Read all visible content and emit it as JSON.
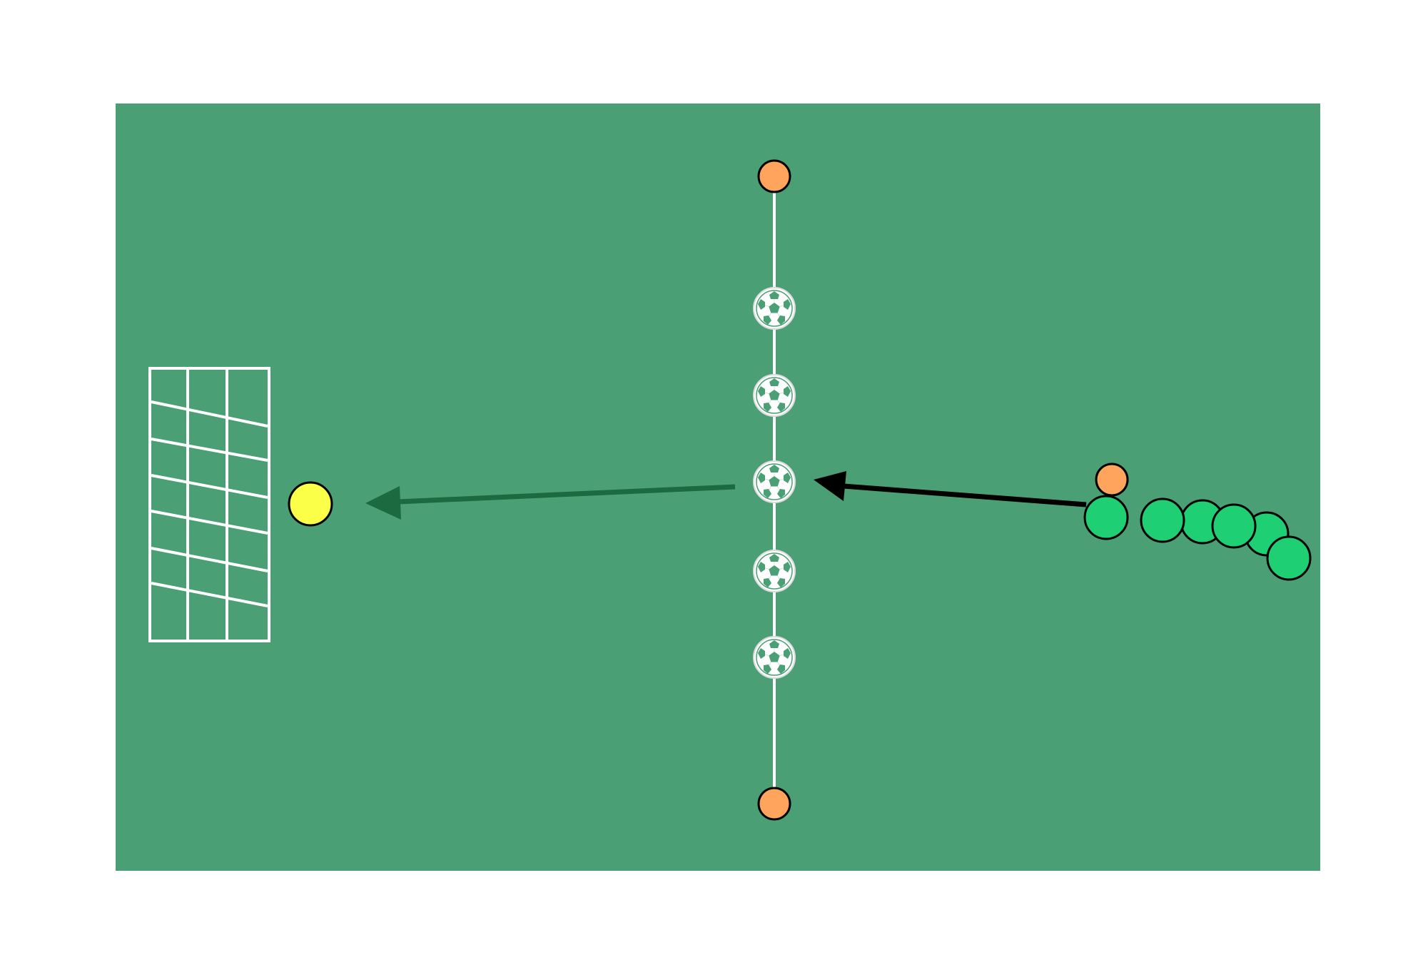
{
  "colors": {
    "background": "#ffffff",
    "pitch": "#4a9f74",
    "line": "#ffffff",
    "cone": "#ffa45c",
    "goalkeeper": "#fcff47",
    "player": "#1fcf73",
    "outline": "#000000",
    "pass_arrow": "#1c6a40",
    "run_arrow": "#000000"
  },
  "elements": {
    "pitch": "pitch",
    "goal": "goal-net",
    "line": "center-line",
    "cones": [
      "cone",
      "cone",
      "cone"
    ],
    "balls": [
      "soccer-ball-icon",
      "soccer-ball-icon",
      "soccer-ball-icon",
      "soccer-ball-icon",
      "soccer-ball-icon"
    ],
    "goalkeeper": "goalkeeper",
    "players": [
      "player",
      "player",
      "player",
      "player",
      "player"
    ],
    "arrows": [
      "dribble-arrow",
      "shot-arrow"
    ]
  }
}
